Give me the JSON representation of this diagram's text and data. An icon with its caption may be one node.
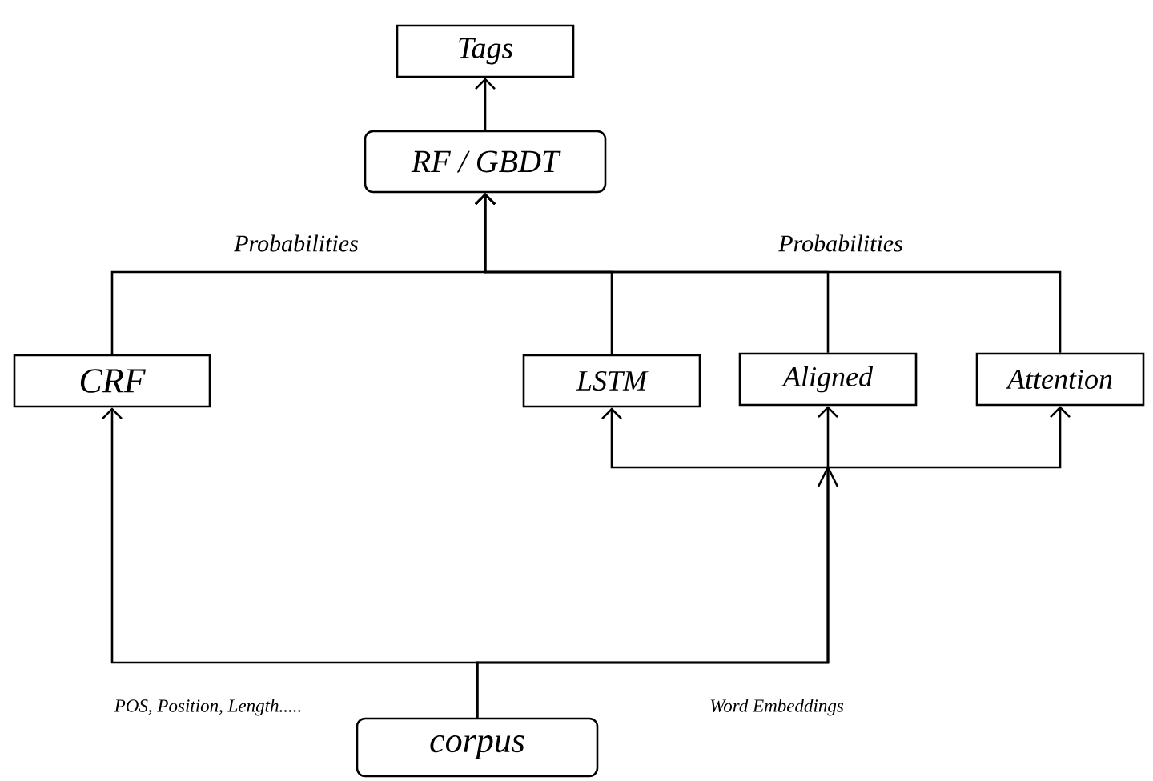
{
  "diagram": {
    "nodes": [
      {
        "text": [
          "Tags"
        ]
      },
      {
        "text": [
          "RF / GBDT"
        ]
      },
      {
        "text": [
          "CRF"
        ]
      },
      {
        "text": [
          "LSTM"
        ]
      },
      {
        "text": [
          "Aligned"
        ]
      },
      {
        "text": [
          "Attention"
        ]
      },
      {
        "text": [
          "corpus"
        ]
      }
    ],
    "edges": [
      {
        "from": 1,
        "to": 0,
        "arrow": "to"
      },
      {
        "from": 2,
        "to": 1,
        "arrow": "to",
        "label": "Probabilities"
      },
      {
        "from": 3,
        "to": 1,
        "arrow": "to"
      },
      {
        "from": 4,
        "to": 1,
        "arrow": "to",
        "label": "Probabilities"
      },
      {
        "from": 5,
        "to": 1,
        "arrow": "to"
      },
      {
        "from": 6,
        "to": 2,
        "arrow": "to",
        "label": "POS, Position, Length....."
      },
      {
        "from": 6,
        "to": 3,
        "arrow": "to"
      },
      {
        "from": 6,
        "to": 4,
        "arrow": "to",
        "label": "Word Embeddings"
      },
      {
        "from": 6,
        "to": 5,
        "arrow": "to"
      }
    ]
  }
}
